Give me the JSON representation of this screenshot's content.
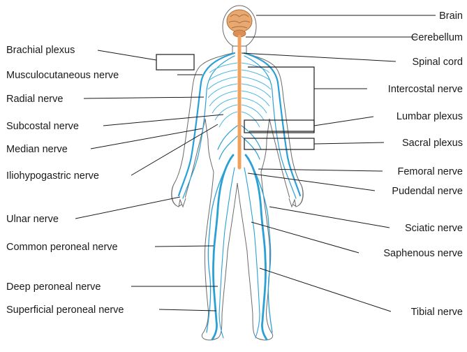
{
  "labels": {
    "brain": "Brain",
    "cerebellum": "Cerebellum",
    "spinal_cord": "Spinal cord",
    "intercostal_nerve": "Intercostal nerve",
    "lumbar_plexus": "Lumbar plexus",
    "sacral_plexus": "Sacral plexus",
    "femoral_nerve": "Femoral nerve",
    "pudendal_nerve": "Pudendal nerve",
    "sciatic_nerve": "Sciatic nerve",
    "saphenous_nerve": "Saphenous nerve",
    "tibial_nerve": "Tibial nerve",
    "brachial_plexus": "Brachial plexus",
    "musculocutaneous_nerve": "Musculocutaneous nerve",
    "radial_nerve": "Radial nerve",
    "subcostal_nerve": "Subcostal nerve",
    "median_nerve": "Median nerve",
    "iliohypogastric_nerve": "Iliohypogastric nerve",
    "ulnar_nerve": "Ulnar nerve",
    "common_peroneal_nerve": "Common peroneal nerve",
    "deep_peroneal_nerve": "Deep peroneal nerve",
    "superficial_peroneal_nerve": "Superficial peroneal nerve"
  },
  "colors": {
    "nerve": "#2aa0d6",
    "spinal_cord": "#f2a15c",
    "brain": "#e8a872",
    "text": "#1a1a1a"
  }
}
